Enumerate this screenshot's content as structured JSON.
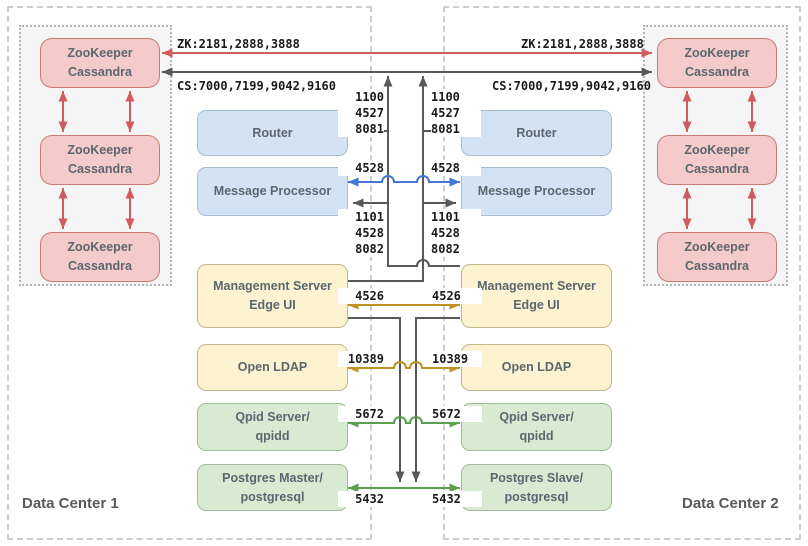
{
  "data_centers": [
    {
      "name": "Data Center 1",
      "cluster_nodes": [
        {
          "label": "ZooKeeper\nCassandra"
        },
        {
          "label": "ZooKeeper\nCassandra"
        },
        {
          "label": "ZooKeeper\nCassandra"
        }
      ],
      "components": [
        {
          "label": "Router"
        },
        {
          "label": "Message Processor"
        },
        {
          "label": "Management Server\nEdge UI"
        },
        {
          "label": "Open LDAP"
        },
        {
          "label": "Qpid Server/\nqpidd"
        },
        {
          "label": "Postgres Master/\npostgresql"
        }
      ]
    },
    {
      "name": "Data Center 2",
      "cluster_nodes": [
        {
          "label": "ZooKeeper\nCassandra"
        },
        {
          "label": "ZooKeeper\nCassandra"
        },
        {
          "label": "ZooKeeper\nCassandra"
        }
      ],
      "components": [
        {
          "label": "Router"
        },
        {
          "label": "Message Processor"
        },
        {
          "label": "Management Server\nEdge UI"
        },
        {
          "label": "Open LDAP"
        },
        {
          "label": "Qpid Server/\nqpidd"
        },
        {
          "label": "Postgres Slave/\npostgresql"
        }
      ]
    }
  ],
  "connections": {
    "zookeeper_ports": "ZK:2181,2888,3888",
    "cassandra_ports": "CS:7000,7199,9042,9160",
    "router_ports": "1100\n4527\n8081",
    "message_processor_port": "4528",
    "message_processor_ports": "1101\n4528\n8082",
    "management_port": "4526",
    "ldap_port": "10389",
    "qpid_port": "5672",
    "postgres_port": "5432"
  },
  "colors": {
    "zookeeper_link": "#d05c5c",
    "cassandra_link": "#595959",
    "message_processor_link": "#4577d4",
    "management_ldap_link": "#bf9022",
    "qpid_postgres_link": "#5ca04e"
  }
}
